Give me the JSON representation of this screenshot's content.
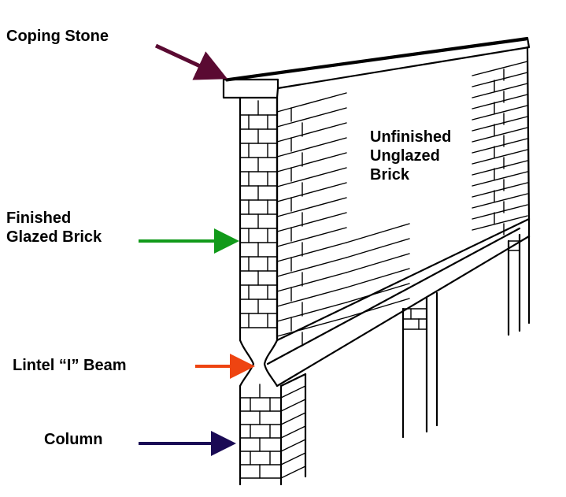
{
  "labels": {
    "coping_stone": "Coping Stone",
    "unfinished_brick": [
      "Unfinished",
      "Unglazed",
      "Brick"
    ],
    "finished_brick": [
      "Finished",
      "Glazed Brick"
    ],
    "lintel_beam": "Lintel “I” Beam",
    "column": "Column"
  },
  "arrow_colors": {
    "coping_stone": "#5a0a32",
    "finished_brick": "#119a1a",
    "lintel_beam": "#ee4411",
    "column": "#1a0a55"
  }
}
